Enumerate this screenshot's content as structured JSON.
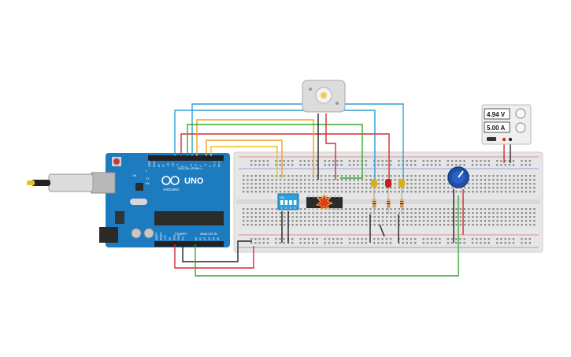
{
  "arduino": {
    "brand": "UNO",
    "maker": "ARDUINO",
    "digital_header": "DIGITAL (PWM~)",
    "power_header": "POWER",
    "analog_header": "ANALOG IN",
    "digital_pins": [
      "AREF",
      "GND",
      "13",
      "12",
      "~11",
      "~10",
      "~9",
      "8",
      "7",
      "~6",
      "~5",
      "4",
      "~3",
      "2",
      "TX 1",
      "RX 0"
    ],
    "power_pins": [
      "IOREF",
      "RESET",
      "3.3V",
      "5V",
      "GND",
      "GND",
      "Vin"
    ],
    "analog_pins": [
      "A0",
      "A1",
      "A2",
      "A3",
      "A4",
      "A5"
    ],
    "tx_label": "TX",
    "rx_label": "RX",
    "l_label": "L",
    "on_label": "ON"
  },
  "power_supply": {
    "voltage": "4.94 V",
    "current": "5.00 A"
  },
  "dip_switch": {
    "on_label": "ON",
    "numbers": [
      "1",
      "2",
      "3",
      "4"
    ]
  },
  "colors": {
    "red": "#d62c2c",
    "green": "#35a835",
    "blue": "#2f9fd8",
    "orange": "#f0a020",
    "yellow": "#e8c420",
    "black": "#222222",
    "arduino_blue": "#1d7bbf",
    "breadboard": "#e9e9e9"
  }
}
